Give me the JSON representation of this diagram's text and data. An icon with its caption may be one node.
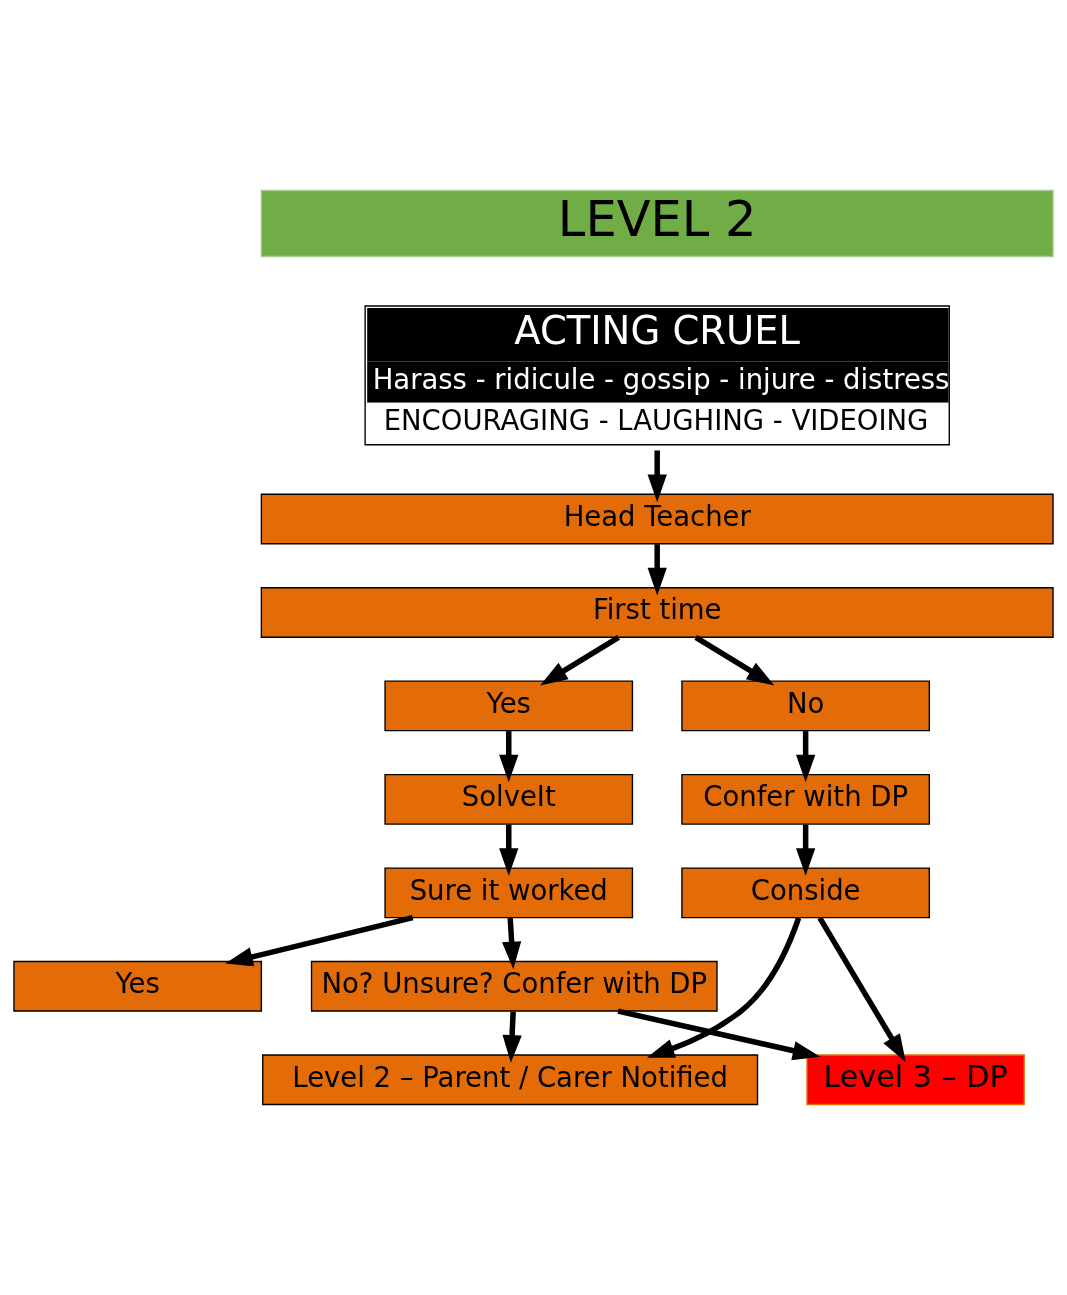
{
  "diagram": {
    "nodes": [
      {
        "text": [
          "LEVEL 2"
        ]
      },
      {
        "text": [
          "ACTING CRUEL",
          "Harass - ridicule - gossip - injure - distress",
          "ENCOURAGING - LAUGHING - VIDEOING"
        ]
      },
      {
        "text": [
          "Head Teacher"
        ]
      },
      {
        "text": [
          "First time"
        ]
      },
      {
        "text": [
          "Yes"
        ]
      },
      {
        "text": [
          "No"
        ]
      },
      {
        "text": [
          "SolveIt"
        ]
      },
      {
        "text": [
          "Confer with DP"
        ]
      },
      {
        "text": [
          "Sure it worked"
        ]
      },
      {
        "text": [
          "Conside"
        ]
      },
      {
        "text": [
          "Yes"
        ]
      },
      {
        "text": [
          "No? Unsure? Confer with DP"
        ]
      },
      {
        "text": [
          "Level 2 – Parent / Carer Notified"
        ]
      },
      {
        "text": [
          "Level 3 – DP"
        ]
      }
    ],
    "edges": [
      {
        "from": 1,
        "to": 2,
        "arrow": "to"
      },
      {
        "from": 2,
        "to": 3,
        "arrow": "to"
      },
      {
        "from": 3,
        "to": 4,
        "arrow": "to"
      },
      {
        "from": 3,
        "to": 5,
        "arrow": "to"
      },
      {
        "from": 4,
        "to": 6,
        "arrow": "to"
      },
      {
        "from": 5,
        "to": 7,
        "arrow": "to"
      },
      {
        "from": 6,
        "to": 8,
        "arrow": "to"
      },
      {
        "from": 7,
        "to": 9,
        "arrow": "to"
      },
      {
        "from": 8,
        "to": 10,
        "arrow": "to"
      },
      {
        "from": 8,
        "to": 11,
        "arrow": "to"
      },
      {
        "from": 11,
        "to": 12,
        "arrow": "to"
      },
      {
        "from": 11,
        "to": 13,
        "arrow": "to"
      },
      {
        "from": 9,
        "to": 12,
        "arrow": "to"
      },
      {
        "from": 9,
        "to": 13,
        "arrow": "to"
      }
    ]
  }
}
